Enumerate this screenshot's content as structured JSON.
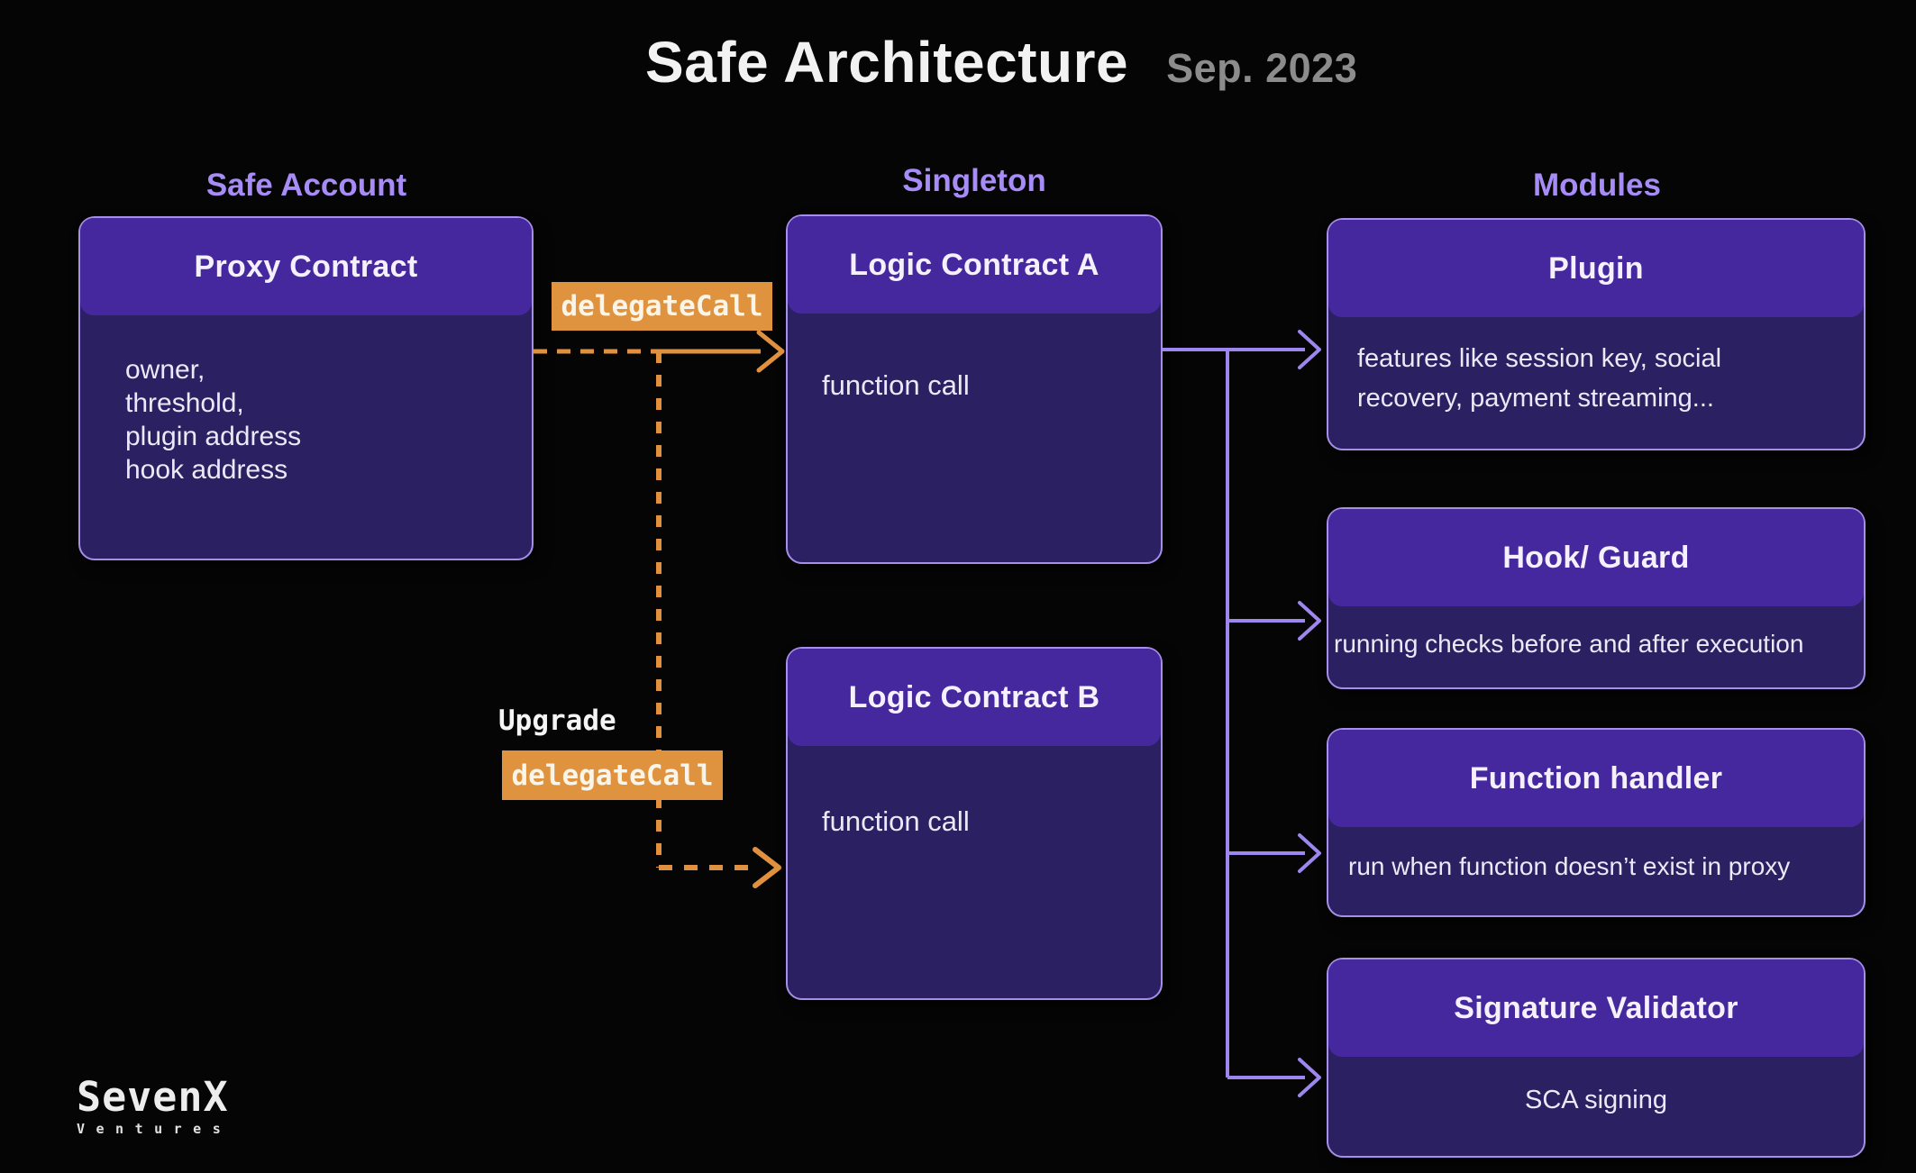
{
  "title": {
    "text": "Safe Architecture",
    "date": "Sep. 2023"
  },
  "labels": {
    "safe_account": "Safe Account",
    "singleton": "Singleton",
    "modules": "Modules"
  },
  "boxes": {
    "proxy": {
      "header": "Proxy Contract",
      "body": [
        "owner,",
        "threshold,",
        "plugin address",
        "hook address"
      ]
    },
    "logic_a": {
      "header": "Logic Contract A",
      "body": "function call"
    },
    "logic_b": {
      "header": "Logic Contract B",
      "body": "function call"
    },
    "plugin": {
      "header": "Plugin",
      "body": "features like session key, social recovery, payment streaming..."
    },
    "hook_guard": {
      "header": "Hook/ Guard",
      "body": "running checks before and after execution"
    },
    "function_handler": {
      "header": "Function handler",
      "body": "run when function doesn’t exist in proxy"
    },
    "signature_validator": {
      "header": "Signature Validator",
      "body": "SCA signing"
    }
  },
  "annotations": {
    "delegatecall_top": "delegateCall",
    "upgrade": "Upgrade",
    "delegatecall_bottom": "delegateCall"
  },
  "logo": {
    "brand": "SevenX",
    "sub": "Ventures"
  },
  "colors": {
    "background": "#050505",
    "box_header": "#46289e",
    "box_body": "#2b2062",
    "box_border": "#a68fe8",
    "column_label_text": "#a78bf6",
    "connector_purple": "#9d87ee",
    "connector_orange": "#e0913f",
    "badge_background": "#e0933e",
    "title_text": "#f2f2f2",
    "date_text": "#8c8c8c"
  }
}
